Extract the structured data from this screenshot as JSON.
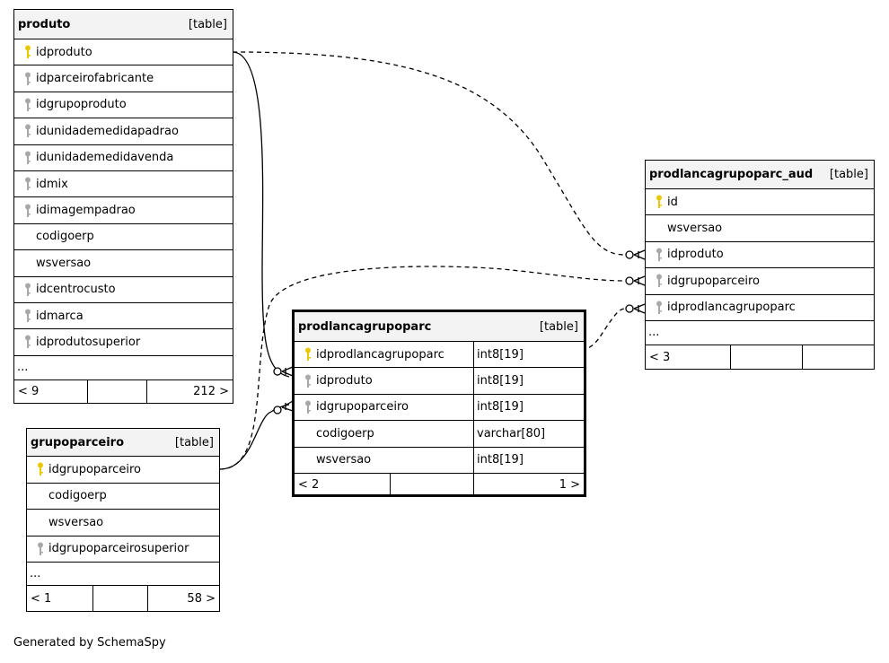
{
  "tables": {
    "produto": {
      "name": "produto",
      "type": "[table]",
      "columns": [
        {
          "name": "idproduto",
          "key": "primary"
        },
        {
          "name": "idparceirofabricante",
          "key": "foreign"
        },
        {
          "name": "idgrupoproduto",
          "key": "foreign"
        },
        {
          "name": "idunidademedidapadrao",
          "key": "foreign"
        },
        {
          "name": "idunidademedidavenda",
          "key": "foreign"
        },
        {
          "name": "idmix",
          "key": "foreign"
        },
        {
          "name": "idimagempadrao",
          "key": "foreign"
        },
        {
          "name": "codigoerp",
          "key": "none"
        },
        {
          "name": "wsversao",
          "key": "none"
        },
        {
          "name": "idcentrocusto",
          "key": "foreign"
        },
        {
          "name": "idmarca",
          "key": "foreign"
        },
        {
          "name": "idprodutosuperior",
          "key": "foreign"
        }
      ],
      "more": "...",
      "footer": {
        "left": "< 9",
        "middle": "",
        "right": "212 >"
      }
    },
    "grupoparceiro": {
      "name": "grupoparceiro",
      "type": "[table]",
      "columns": [
        {
          "name": "idgrupoparceiro",
          "key": "primary"
        },
        {
          "name": "codigoerp",
          "key": "none"
        },
        {
          "name": "wsversao",
          "key": "none"
        },
        {
          "name": "idgrupoparceirosuperior",
          "key": "foreign"
        }
      ],
      "more": "...",
      "footer": {
        "left": "< 1",
        "middle": "",
        "right": "58 >"
      }
    },
    "prodlancagrupoparc": {
      "name": "prodlancagrupoparc",
      "type": "[table]",
      "columns": [
        {
          "name": "idprodlancagrupoparc",
          "key": "primary",
          "datatype": "int8[19]"
        },
        {
          "name": "idproduto",
          "key": "foreign",
          "datatype": "int8[19]"
        },
        {
          "name": "idgrupoparceiro",
          "key": "foreign",
          "datatype": "int8[19]"
        },
        {
          "name": "codigoerp",
          "key": "none",
          "datatype": "varchar[80]"
        },
        {
          "name": "wsversao",
          "key": "none",
          "datatype": "int8[19]"
        }
      ],
      "footer": {
        "left": "< 2",
        "middle": "",
        "right": "1 >"
      }
    },
    "prodlancagrupoparc_aud": {
      "name": "prodlancagrupoparc_aud",
      "type": "[table]",
      "columns": [
        {
          "name": "id",
          "key": "primary"
        },
        {
          "name": "wsversao",
          "key": "none"
        },
        {
          "name": "idproduto",
          "key": "foreign"
        },
        {
          "name": "idgrupoparceiro",
          "key": "foreign"
        },
        {
          "name": "idprodlancagrupoparc",
          "key": "foreign"
        }
      ],
      "more": "...",
      "footer": {
        "left": "< 3",
        "middle": "",
        "right": ""
      }
    }
  },
  "colors": {
    "primary_key": "#e8c800",
    "foreign_key": "#a8a8a8",
    "header_bg": "#f3f3f3",
    "line": "#000000"
  },
  "footer_text": "Generated by SchemaSpy"
}
